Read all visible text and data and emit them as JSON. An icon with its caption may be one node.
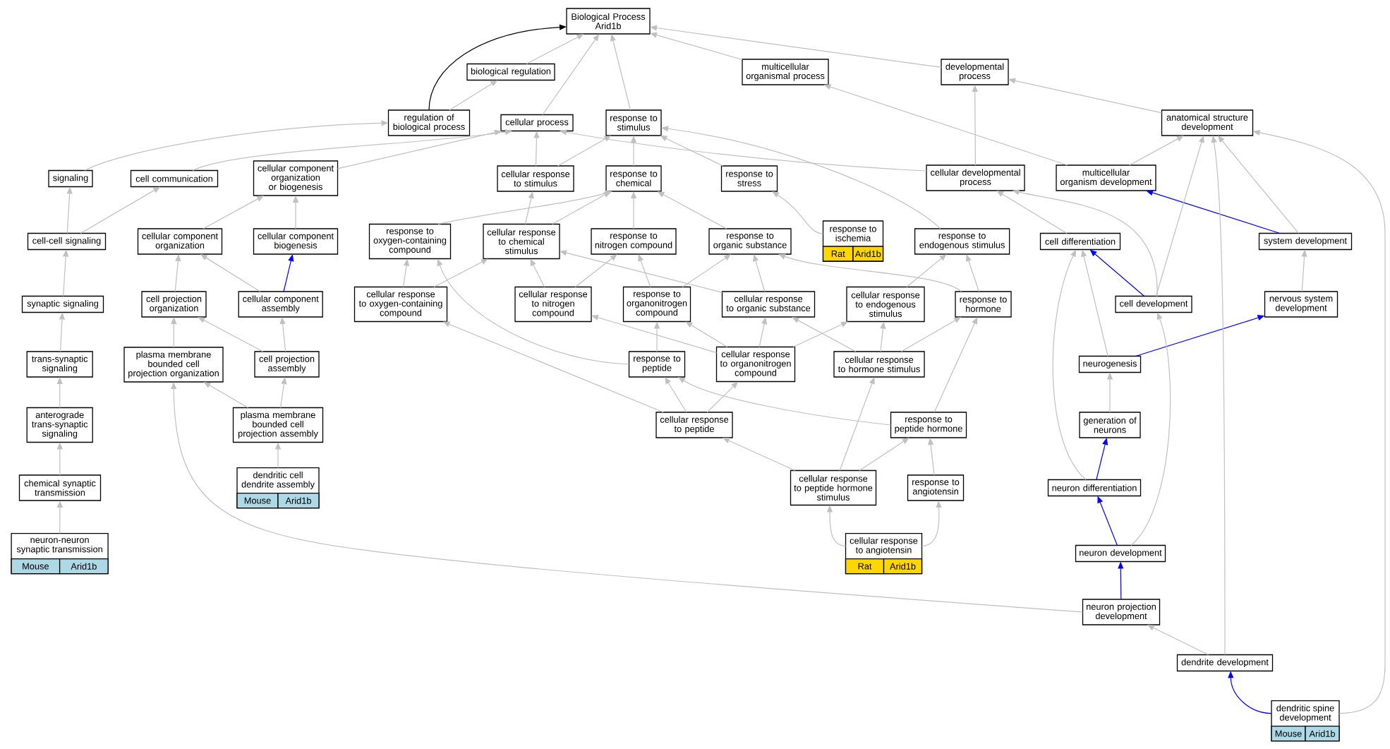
{
  "diagram": {
    "nodes": [
      {
        "text": [
          "Biological Process",
          "Arid1b"
        ]
      },
      {
        "text": [
          "biological regulation"
        ]
      },
      {
        "text": [
          "multicellular organismal process"
        ]
      },
      {
        "text": [
          "developmental process"
        ]
      },
      {
        "text": [
          "regulation of biological process"
        ]
      },
      {
        "text": [
          "cellular process"
        ]
      },
      {
        "text": [
          "response to stimulus"
        ]
      },
      {
        "text": [
          "anatomical structure development"
        ]
      },
      {
        "text": [
          "signaling"
        ]
      },
      {
        "text": [
          "cell communication"
        ]
      },
      {
        "text": [
          "cellular component organization or biogenesis"
        ]
      },
      {
        "text": [
          "cellular response to stimulus"
        ]
      },
      {
        "text": [
          "response to chemical"
        ]
      },
      {
        "text": [
          "response to stress"
        ]
      },
      {
        "text": [
          "cellular developmental process"
        ]
      },
      {
        "text": [
          "multicellular organism development"
        ]
      },
      {
        "text": [
          "cell-cell signaling"
        ]
      },
      {
        "text": [
          "cellular component organization"
        ]
      },
      {
        "text": [
          "cellular component biogenesis"
        ]
      },
      {
        "text": [
          "response to oxygen-containing compound"
        ]
      },
      {
        "text": [
          "cellular response to chemical stimulus"
        ]
      },
      {
        "text": [
          "response to nitrogen compound"
        ]
      },
      {
        "text": [
          "response to organic substance"
        ]
      },
      {
        "text": [
          "response to ischemia"
        ]
      },
      {
        "text": [
          "Rat"
        ],
        "in": 23
      },
      {
        "text": [
          "Arid1b"
        ],
        "in": 23
      },
      {
        "text": [
          "response to endogenous stimulus"
        ]
      },
      {
        "text": [
          "cell differentiation"
        ]
      },
      {
        "text": [
          "system development"
        ]
      },
      {
        "text": [
          "synaptic signaling"
        ]
      },
      {
        "text": [
          "cell projection organization"
        ]
      },
      {
        "text": [
          "cellular component assembly"
        ]
      },
      {
        "text": [
          "cellular response to oxygen-containing compound"
        ]
      },
      {
        "text": [
          "cellular response to nitrogen compound"
        ]
      },
      {
        "text": [
          "response to organonitrogen compound"
        ]
      },
      {
        "text": [
          "cellular response to organic substance"
        ]
      },
      {
        "text": [
          "cellular response to endogenous stimulus"
        ]
      },
      {
        "text": [
          "response to hormone"
        ]
      },
      {
        "text": [
          "cell development"
        ]
      },
      {
        "text": [
          "nervous system development"
        ]
      },
      {
        "text": [
          "trans-synaptic signaling"
        ]
      },
      {
        "text": [
          "plasma membrane bounded cell projection organization"
        ]
      },
      {
        "text": [
          "cell projection assembly"
        ]
      },
      {
        "text": [
          "response to peptide"
        ]
      },
      {
        "text": [
          "cellular response to organonitrogen compound"
        ]
      },
      {
        "text": [
          "cellular response to hormone stimulus"
        ]
      },
      {
        "text": [
          "neurogenesis"
        ]
      },
      {
        "text": [
          "anterograde trans-synaptic signaling"
        ]
      },
      {
        "text": [
          "plasma membrane bounded cell projection assembly"
        ]
      },
      {
        "text": [
          "cellular response to peptide"
        ]
      },
      {
        "text": [
          "response to peptide hormone"
        ]
      },
      {
        "text": [
          "generation of neurons"
        ]
      },
      {
        "text": [
          "chemical synaptic transmission"
        ]
      },
      {
        "text": [
          "dendritic cell dendrite assembly"
        ]
      },
      {
        "text": [
          "Mouse"
        ],
        "in": 53
      },
      {
        "text": [
          "Arid1b"
        ],
        "in": 53
      },
      {
        "text": [
          "cellular response to peptide hormone stimulus"
        ]
      },
      {
        "text": [
          "response to angiotensin"
        ]
      },
      {
        "text": [
          "neuron differentiation"
        ]
      },
      {
        "text": [
          "neuron-neuron synaptic transmission"
        ]
      },
      {
        "text": [
          "Mouse"
        ],
        "in": 59
      },
      {
        "text": [
          "Arid1b"
        ],
        "in": 59
      },
      {
        "text": [
          "cellular response to angiotensin"
        ]
      },
      {
        "text": [
          "Rat"
        ],
        "in": 62
      },
      {
        "text": [
          "Arid1b"
        ],
        "in": 62
      },
      {
        "text": [
          "neuron development"
        ]
      },
      {
        "text": [
          "neuron projection development"
        ]
      },
      {
        "text": [
          "dendrite development"
        ]
      },
      {
        "text": [
          "dendritic spine development"
        ]
      },
      {
        "text": [
          "Mouse"
        ],
        "in": 68
      },
      {
        "text": [
          "Arid1b"
        ],
        "in": 68
      }
    ],
    "edges": [
      {
        "from": 1,
        "to": 0,
        "arrow": "to"
      },
      {
        "from": 2,
        "to": 0,
        "arrow": "to"
      },
      {
        "from": 3,
        "to": 0,
        "arrow": "to"
      },
      {
        "from": 4,
        "to": 0,
        "arrow": "to",
        "color": "#000000"
      },
      {
        "from": 4,
        "to": 1,
        "arrow": "to"
      },
      {
        "from": 5,
        "to": 0,
        "arrow": "to"
      },
      {
        "from": 6,
        "to": 0,
        "arrow": "to"
      },
      {
        "from": 7,
        "to": 3,
        "arrow": "to"
      },
      {
        "from": 8,
        "to": 4,
        "arrow": "to"
      },
      {
        "from": 9,
        "to": 5,
        "arrow": "to"
      },
      {
        "from": 10,
        "to": 5,
        "arrow": "to"
      },
      {
        "from": 11,
        "to": 5,
        "arrow": "to"
      },
      {
        "from": 11,
        "to": 6,
        "arrow": "to"
      },
      {
        "from": 12,
        "to": 6,
        "arrow": "to"
      },
      {
        "from": 13,
        "to": 6,
        "arrow": "to"
      },
      {
        "from": 14,
        "to": 3,
        "arrow": "to"
      },
      {
        "from": 14,
        "to": 5,
        "arrow": "to"
      },
      {
        "from": 15,
        "to": 2,
        "arrow": "to"
      },
      {
        "from": 15,
        "to": 7,
        "arrow": "to"
      },
      {
        "from": 16,
        "to": 8,
        "arrow": "to"
      },
      {
        "from": 16,
        "to": 9,
        "arrow": "to"
      },
      {
        "from": 17,
        "to": 10,
        "arrow": "to"
      },
      {
        "from": 18,
        "to": 10,
        "arrow": "to"
      },
      {
        "from": 19,
        "to": 12,
        "arrow": "to"
      },
      {
        "from": 20,
        "to": 11,
        "arrow": "to"
      },
      {
        "from": 20,
        "to": 12,
        "arrow": "to"
      },
      {
        "from": 21,
        "to": 12,
        "arrow": "to"
      },
      {
        "from": 22,
        "to": 12,
        "arrow": "to"
      },
      {
        "from": 23,
        "to": 13,
        "arrow": "to"
      },
      {
        "from": 26,
        "to": 6,
        "arrow": "to"
      },
      {
        "from": 27,
        "to": 14,
        "arrow": "to"
      },
      {
        "from": 28,
        "to": 7,
        "arrow": "to"
      },
      {
        "from": 28,
        "to": 15,
        "arrow": "to",
        "color": "#0000ff"
      },
      {
        "from": 29,
        "to": 16,
        "arrow": "to"
      },
      {
        "from": 30,
        "to": 17,
        "arrow": "to"
      },
      {
        "from": 31,
        "to": 17,
        "arrow": "to"
      },
      {
        "from": 31,
        "to": 18,
        "arrow": "to",
        "color": "#0000ff"
      },
      {
        "from": 32,
        "to": 19,
        "arrow": "to"
      },
      {
        "from": 32,
        "to": 20,
        "arrow": "to"
      },
      {
        "from": 33,
        "to": 20,
        "arrow": "to"
      },
      {
        "from": 33,
        "to": 21,
        "arrow": "to"
      },
      {
        "from": 34,
        "to": 21,
        "arrow": "to"
      },
      {
        "from": 34,
        "to": 22,
        "arrow": "to"
      },
      {
        "from": 35,
        "to": 20,
        "arrow": "to"
      },
      {
        "from": 35,
        "to": 22,
        "arrow": "to"
      },
      {
        "from": 36,
        "to": 26,
        "arrow": "to"
      },
      {
        "from": 37,
        "to": 22,
        "arrow": "to"
      },
      {
        "from": 37,
        "to": 26,
        "arrow": "to"
      },
      {
        "from": 38,
        "to": 7,
        "arrow": "to"
      },
      {
        "from": 38,
        "to": 14,
        "arrow": "to"
      },
      {
        "from": 38,
        "to": 27,
        "arrow": "to",
        "color": "#0000ff"
      },
      {
        "from": 39,
        "to": 28,
        "arrow": "to"
      },
      {
        "from": 40,
        "to": 29,
        "arrow": "to"
      },
      {
        "from": 41,
        "to": 30,
        "arrow": "to"
      },
      {
        "from": 42,
        "to": 30,
        "arrow": "to"
      },
      {
        "from": 42,
        "to": 31,
        "arrow": "to"
      },
      {
        "from": 43,
        "to": 19,
        "arrow": "to"
      },
      {
        "from": 43,
        "to": 34,
        "arrow": "to"
      },
      {
        "from": 44,
        "to": 33,
        "arrow": "to"
      },
      {
        "from": 44,
        "to": 34,
        "arrow": "to"
      },
      {
        "from": 44,
        "to": 35,
        "arrow": "to"
      },
      {
        "from": 44,
        "to": 36,
        "arrow": "to"
      },
      {
        "from": 45,
        "to": 35,
        "arrow": "to"
      },
      {
        "from": 45,
        "to": 36,
        "arrow": "to"
      },
      {
        "from": 45,
        "to": 37,
        "arrow": "to"
      },
      {
        "from": 46,
        "to": 27,
        "arrow": "to"
      },
      {
        "from": 46,
        "to": 39,
        "arrow": "to",
        "color": "#0000ff"
      },
      {
        "from": 47,
        "to": 40,
        "arrow": "to"
      },
      {
        "from": 48,
        "to": 41,
        "arrow": "to"
      },
      {
        "from": 48,
        "to": 42,
        "arrow": "to"
      },
      {
        "from": 49,
        "to": 32,
        "arrow": "to"
      },
      {
        "from": 49,
        "to": 43,
        "arrow": "to"
      },
      {
        "from": 49,
        "to": 44,
        "arrow": "to"
      },
      {
        "from": 50,
        "to": 37,
        "arrow": "to"
      },
      {
        "from": 50,
        "to": 43,
        "arrow": "to"
      },
      {
        "from": 51,
        "to": 46,
        "arrow": "to"
      },
      {
        "from": 52,
        "to": 47,
        "arrow": "to"
      },
      {
        "from": 53,
        "to": 48,
        "arrow": "to"
      },
      {
        "from": 56,
        "to": 45,
        "arrow": "to"
      },
      {
        "from": 56,
        "to": 49,
        "arrow": "to"
      },
      {
        "from": 56,
        "to": 50,
        "arrow": "to"
      },
      {
        "from": 57,
        "to": 50,
        "arrow": "to"
      },
      {
        "from": 58,
        "to": 27,
        "arrow": "to"
      },
      {
        "from": 58,
        "to": 51,
        "arrow": "to",
        "color": "#0000ff"
      },
      {
        "from": 59,
        "to": 52,
        "arrow": "to"
      },
      {
        "from": 62,
        "to": 56,
        "arrow": "to"
      },
      {
        "from": 62,
        "to": 57,
        "arrow": "to"
      },
      {
        "from": 65,
        "to": 38,
        "arrow": "to"
      },
      {
        "from": 65,
        "to": 58,
        "arrow": "to",
        "color": "#0000ff"
      },
      {
        "from": 66,
        "to": 41,
        "arrow": "to"
      },
      {
        "from": 66,
        "to": 65,
        "arrow": "to",
        "color": "#0000ff"
      },
      {
        "from": 67,
        "to": 7,
        "arrow": "to"
      },
      {
        "from": 67,
        "to": 66,
        "arrow": "to"
      },
      {
        "from": 68,
        "to": 7,
        "arrow": "to"
      },
      {
        "from": 68,
        "to": 67,
        "arrow": "to",
        "color": "#0000ff"
      }
    ]
  }
}
